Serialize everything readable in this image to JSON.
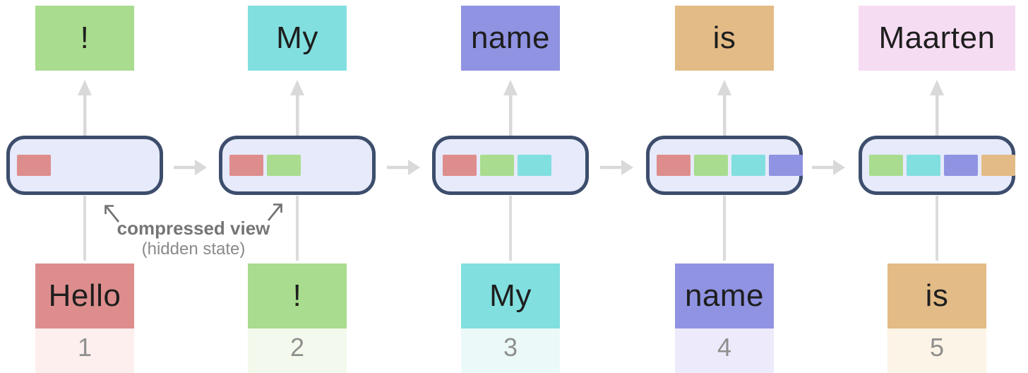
{
  "palette": {
    "red": "#de8d8d",
    "green": "#a9dc8e",
    "cyan": "#81dfdf",
    "purple": "#9093e2",
    "tan": "#e3bb86",
    "pink": "#f6dcf3",
    "pale_red": "#fcefee",
    "pale_green": "#f3faed",
    "pale_cyan": "#ebfaf8",
    "pale_purple": "#edebfb",
    "pale_tan": "#fcf4e6",
    "state_fill": "#e6eafa",
    "state_border": "#3d4d6c",
    "arrow_gray": "#d9d9d9",
    "annotation_gray": "#757575"
  },
  "annotation": {
    "title": "compressed view",
    "subtitle": "(hidden state)"
  },
  "columns": [
    {
      "step": "1",
      "input": {
        "label": "Hello",
        "color": "red",
        "pale": "pale_red"
      },
      "output": {
        "label": "!",
        "color": "green"
      },
      "state_chips": [
        "red"
      ]
    },
    {
      "step": "2",
      "input": {
        "label": "!",
        "color": "green",
        "pale": "pale_green"
      },
      "output": {
        "label": "My",
        "color": "cyan"
      },
      "state_chips": [
        "red",
        "green"
      ]
    },
    {
      "step": "3",
      "input": {
        "label": "My",
        "color": "cyan",
        "pale": "pale_cyan"
      },
      "output": {
        "label": "name",
        "color": "purple"
      },
      "state_chips": [
        "red",
        "green",
        "cyan"
      ]
    },
    {
      "step": "4",
      "input": {
        "label": "name",
        "color": "purple",
        "pale": "pale_purple"
      },
      "output": {
        "label": "is",
        "color": "tan"
      },
      "state_chips": [
        "red",
        "green",
        "cyan",
        "purple"
      ]
    },
    {
      "step": "5",
      "input": {
        "label": "is",
        "color": "tan",
        "pale": "pale_tan"
      },
      "output": {
        "label": "Maarten",
        "color": "pink"
      },
      "state_chips": [
        "green",
        "cyan",
        "purple",
        "tan"
      ]
    }
  ]
}
